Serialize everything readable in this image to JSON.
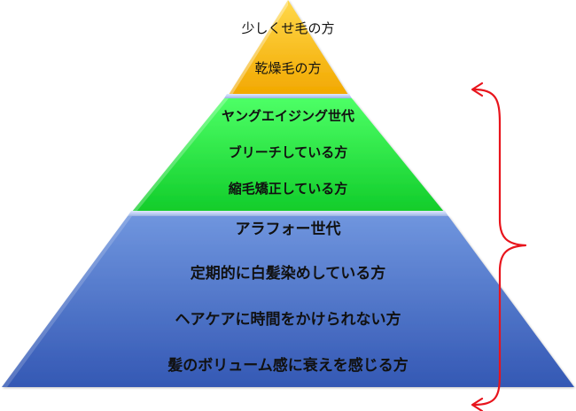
{
  "pyramid": {
    "tiers": [
      {
        "id": "top",
        "color_light": "#ffd84a",
        "color_dark": "#f2a800",
        "labels": [
          "少しくせ毛の方",
          "乾燥毛の方"
        ]
      },
      {
        "id": "middle",
        "color_light": "#4dff66",
        "color_dark": "#11cc2a",
        "labels": [
          "ヤングエイジング世代",
          "ブリーチしている方",
          "縮毛矯正している方"
        ]
      },
      {
        "id": "bottom",
        "color_light": "#6f95de",
        "color_dark": "#3458b4",
        "labels": [
          "アラフォー世代",
          "定期的に白髪染めしている方",
          "ヘアケアに時間をかけられない方",
          "髪のボリューム感に衰えを感じる方"
        ]
      }
    ],
    "bracket_color": "#e8141c"
  }
}
